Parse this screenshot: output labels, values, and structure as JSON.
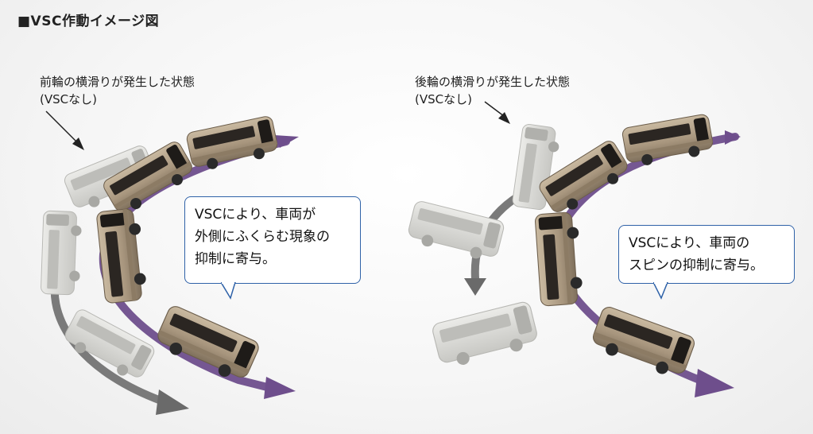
{
  "title": "■VSC作動イメージ図",
  "left_panel": {
    "label_lines": [
      "前輪の横滑りが発生した状態",
      "(VSCなし)"
    ],
    "callout_lines": [
      "VSCにより、車両が",
      "外側にふくらむ現象の",
      "抑制に寄与。"
    ]
  },
  "right_panel": {
    "label_lines": [
      "後輪の横滑りが発生した状態",
      "(VSCなし)"
    ],
    "callout_lines": [
      "VSCにより、車両の",
      "スピンの抑制に寄与。"
    ]
  },
  "colors": {
    "vsc_path": "#6e4e8c",
    "no_vsc_path": "#7a7a7a",
    "callout_border": "#2f62a8",
    "bus_active": "#a8967e",
    "bus_ghost": "#d9d9d6"
  }
}
